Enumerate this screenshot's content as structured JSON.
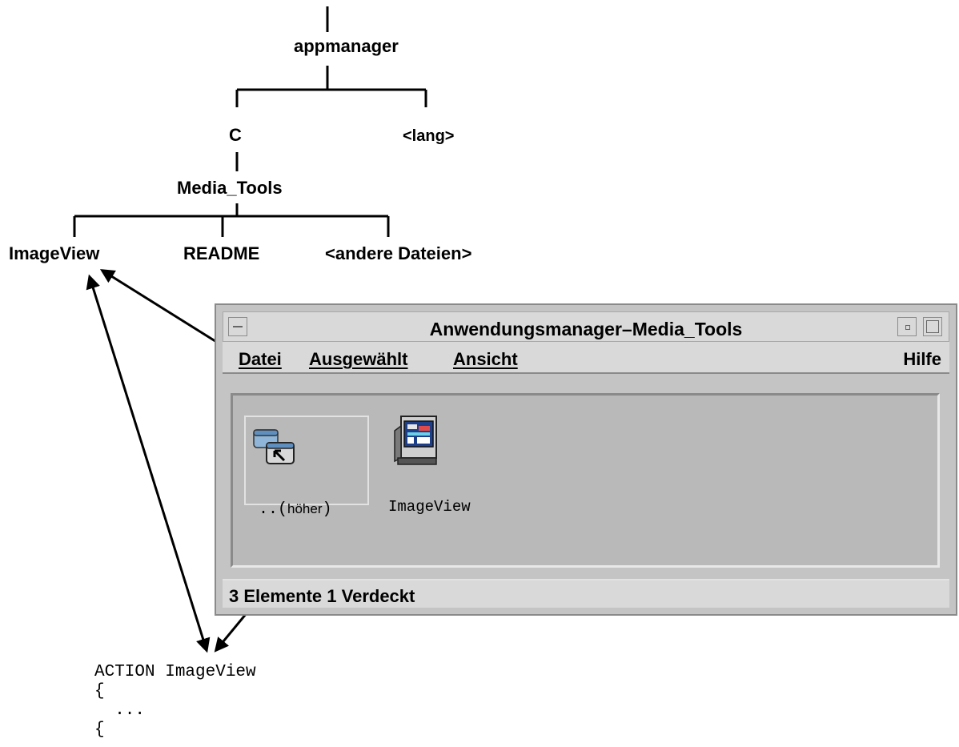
{
  "tree": {
    "root": "appmanager",
    "lang_c": "C",
    "lang_other": "<lang>",
    "group": "Media_Tools",
    "file_imageview": "ImageView",
    "file_readme": "README",
    "file_other": "<andere Dateien>"
  },
  "window": {
    "title": "Anwendungsmanager–Media_Tools",
    "menu": {
      "datei": "Datei",
      "ausgewaehlt": "Ausgewählt",
      "ansicht": "Ansicht",
      "hilfe": "Hilfe"
    },
    "up_label_prefix": "..(",
    "up_label_word": "höher",
    "up_label_suffix": ")",
    "imageview_label": "ImageView",
    "status": "3 Elemente 1 Verdeckt"
  },
  "code_lines": [
    "ACTION ImageView",
    "{",
    "  ...",
    "{"
  ]
}
